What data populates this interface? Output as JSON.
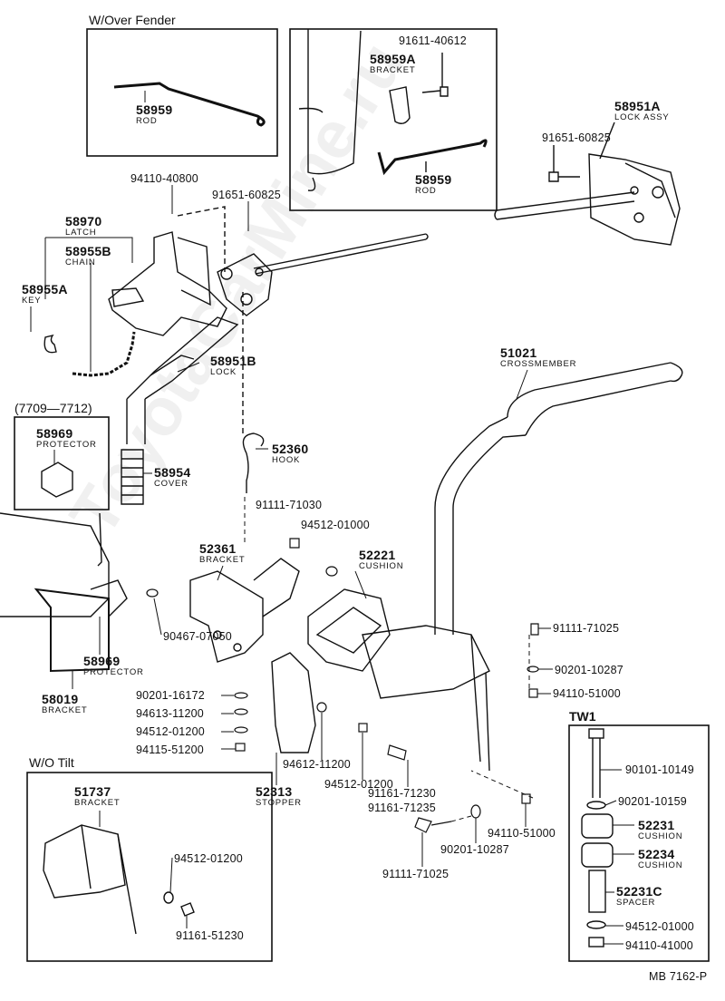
{
  "sections": {
    "over_fender": "W/Over Fender",
    "year_range": "(7709—7712)",
    "wo_tilt": "W/O Tilt",
    "tw1": "TW1"
  },
  "parts": [
    {
      "number": "58959",
      "name": "ROD"
    },
    {
      "number": "91611-40612"
    },
    {
      "number": "58959A",
      "name": "BRACKET"
    },
    {
      "number": "58959",
      "name": "ROD"
    },
    {
      "number": "58951A",
      "name": "LOCK ASSY"
    },
    {
      "number": "91651-60825"
    },
    {
      "number": "94110-40800"
    },
    {
      "number": "91651-60825"
    },
    {
      "number": "58970",
      "name": "LATCH"
    },
    {
      "number": "58955B",
      "name": "CHAIN"
    },
    {
      "number": "58955A",
      "name": "KEY"
    },
    {
      "number": "58951B",
      "name": "LOCK"
    },
    {
      "number": "51021",
      "name": "CROSSMEMBER"
    },
    {
      "number": "58969",
      "name": "PROTECTOR"
    },
    {
      "number": "52360",
      "name": "HOOK"
    },
    {
      "number": "58954",
      "name": "COVER"
    },
    {
      "number": "91111-71030"
    },
    {
      "number": "94512-01000"
    },
    {
      "number": "52221",
      "name": "CUSHION"
    },
    {
      "number": "52361",
      "name": "BRACKET"
    },
    {
      "number": "91111-71025"
    },
    {
      "number": "90467-07050"
    },
    {
      "number": "58969",
      "name": "PROTECTOR"
    },
    {
      "number": "90201-10287"
    },
    {
      "number": "94110-51000"
    },
    {
      "number": "58019",
      "name": "BRACKET"
    },
    {
      "number": "90201-16172"
    },
    {
      "number": "94613-11200"
    },
    {
      "number": "94512-01200"
    },
    {
      "number": "94115-51200"
    },
    {
      "number": "90101-10149"
    },
    {
      "number": "90201-10159"
    },
    {
      "number": "52231",
      "name": "CUSHION"
    },
    {
      "number": "52234",
      "name": "CUSHION"
    },
    {
      "number": "52231C",
      "name": "SPACER"
    },
    {
      "number": "94512-01000"
    },
    {
      "number": "94110-41000"
    },
    {
      "number": "51737",
      "name": "BRACKET"
    },
    {
      "number": "94512-01200"
    },
    {
      "number": "91161-51230"
    },
    {
      "number": "94612-11200"
    },
    {
      "number": "94512-01200"
    },
    {
      "number": "52313",
      "name": "STOPPER"
    },
    {
      "number": "91161-71230"
    },
    {
      "number": "91161-71235"
    },
    {
      "number": "94110-51000"
    },
    {
      "number": "90201-10287"
    },
    {
      "number": "91111-71025"
    }
  ],
  "figure_code": "MB 7162-P",
  "watermark": "ToyotaCarMine.ru"
}
